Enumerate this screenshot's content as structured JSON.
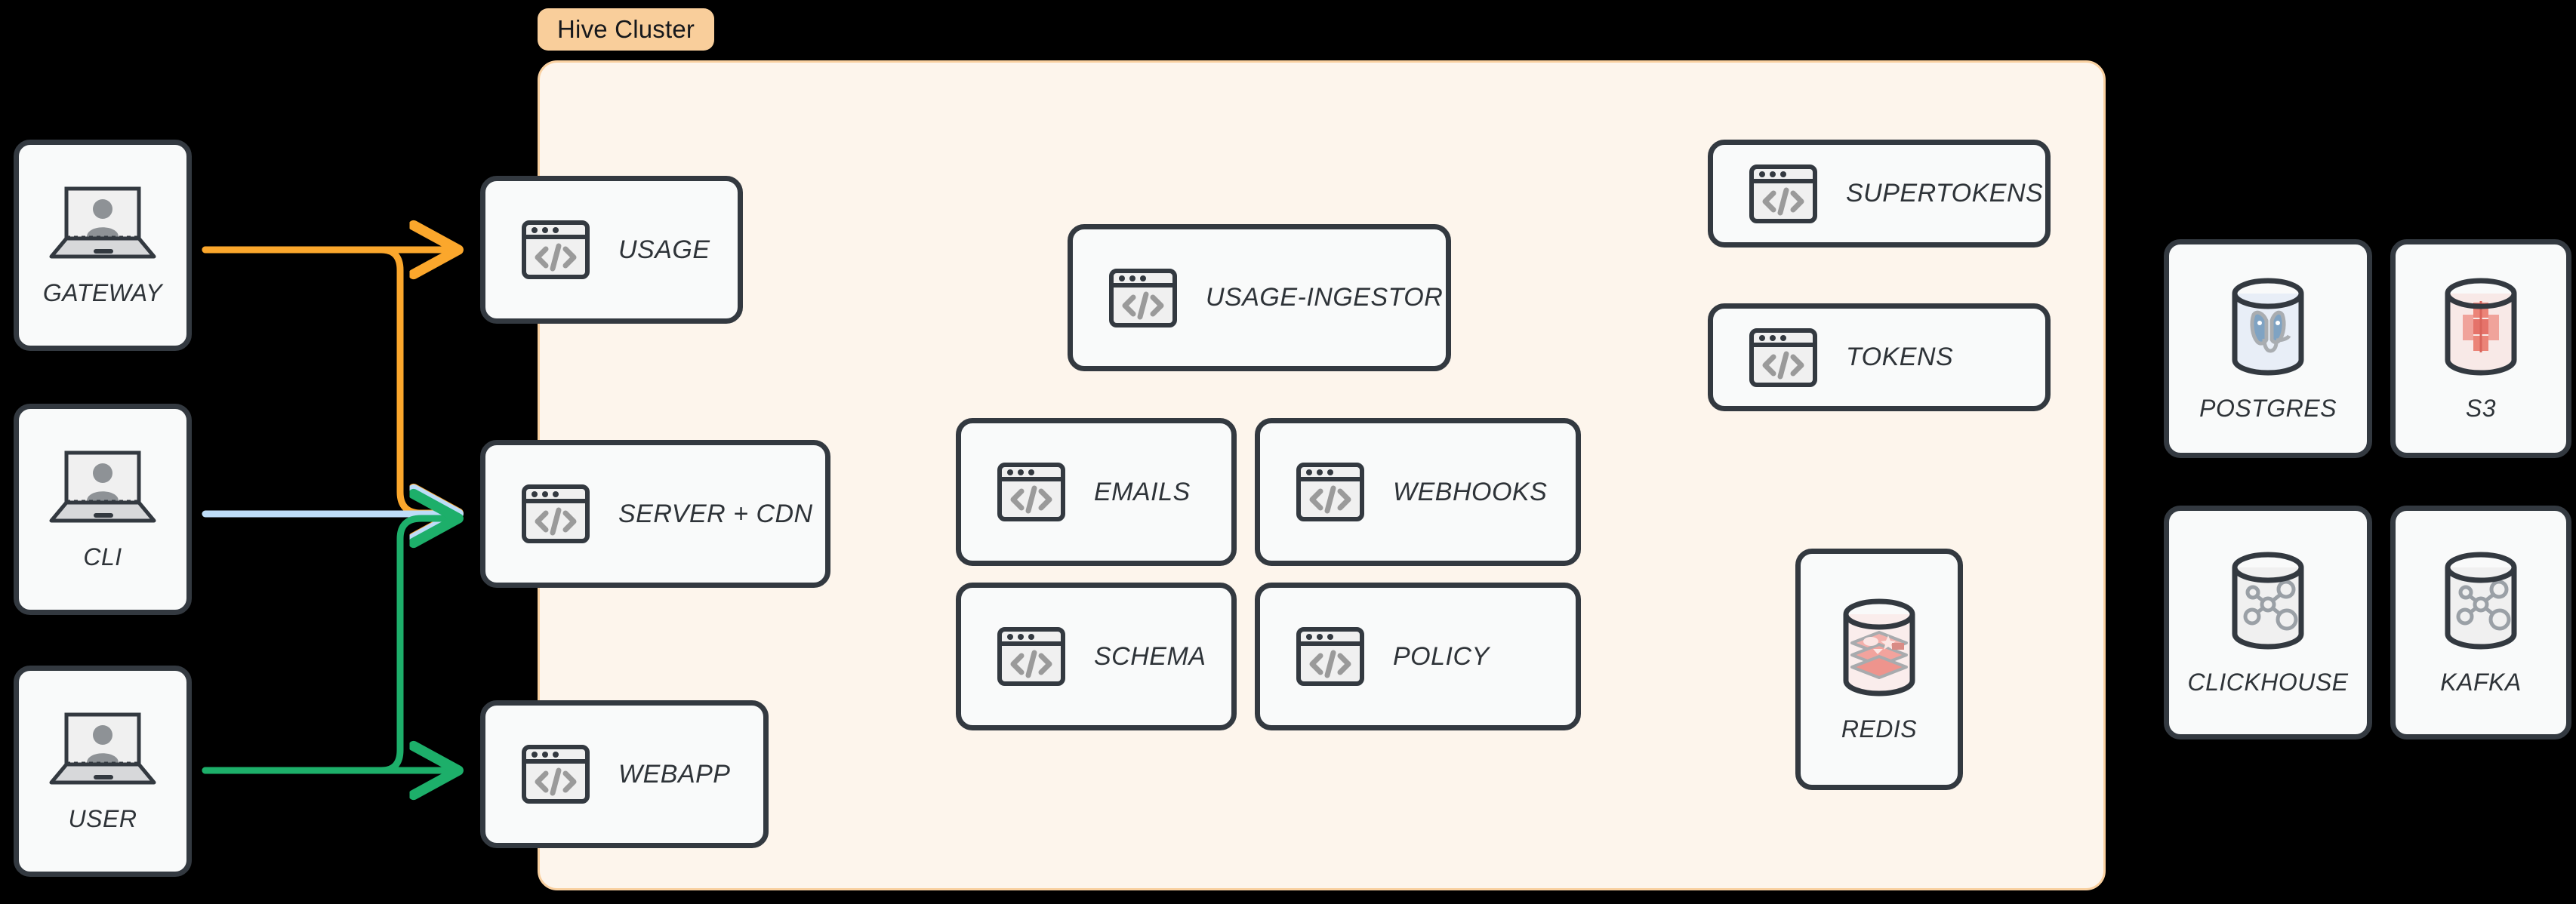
{
  "cluster": {
    "badge_label": "Hive Cluster",
    "panel_fill": "#FDF5EC",
    "panel_border": "#F9D0A0",
    "badge_fill": "#F9CE9B"
  },
  "canvas": {
    "background": "#000000",
    "card_fill": "#F9FAFA",
    "card_border": "#333940",
    "label_color": "#2E3338"
  },
  "clients": [
    {
      "id": "gateway",
      "label": "GATEWAY",
      "icon": "laptop-user-icon"
    },
    {
      "id": "cli",
      "label": "CLI",
      "icon": "laptop-user-icon"
    },
    {
      "id": "user",
      "label": "USER",
      "icon": "laptop-user-icon"
    }
  ],
  "edge_services": [
    {
      "id": "usage",
      "label": "USAGE",
      "icon": "code-window-icon"
    },
    {
      "id": "server-cdn",
      "label": "SERVER + CDN",
      "icon": "code-window-icon"
    },
    {
      "id": "webapp",
      "label": "WEBAPP",
      "icon": "code-window-icon"
    }
  ],
  "cluster_services": [
    {
      "id": "usage-ingestor",
      "label": "USAGE-INGESTOR",
      "icon": "code-window-icon"
    },
    {
      "id": "emails",
      "label": "EMAILS",
      "icon": "code-window-icon"
    },
    {
      "id": "webhooks",
      "label": "WEBHOOKS",
      "icon": "code-window-icon"
    },
    {
      "id": "schema",
      "label": "SCHEMA",
      "icon": "code-window-icon"
    },
    {
      "id": "policy",
      "label": "POLICY",
      "icon": "code-window-icon"
    },
    {
      "id": "supertokens",
      "label": "SUPERTOKENS",
      "icon": "code-window-icon"
    },
    {
      "id": "tokens",
      "label": "TOKENS",
      "icon": "code-window-icon"
    }
  ],
  "cluster_datastores": [
    {
      "id": "redis",
      "label": "REDIS",
      "icon": "redis-cylinder-icon",
      "accent": "#F0A3A0"
    }
  ],
  "external_datastores": [
    {
      "id": "postgres",
      "label": "POSTGRES",
      "icon": "postgres-cylinder-icon",
      "accent": "#7FA3C3"
    },
    {
      "id": "s3",
      "label": "S3",
      "icon": "s3-cylinder-icon",
      "accent": "#E98A7E"
    },
    {
      "id": "clickhouse",
      "label": "CLICKHOUSE",
      "icon": "clickhouse-cylinder-icon",
      "accent": "#9AA0A6"
    },
    {
      "id": "kafka",
      "label": "KAFKA",
      "icon": "kafka-cylinder-icon",
      "accent": "#9AA0A6"
    }
  ],
  "connections": [
    {
      "id": "gateway-usage",
      "from": "GATEWAY",
      "to": "USAGE",
      "color": "#FBA72C"
    },
    {
      "id": "gateway-server-cdn",
      "from": "GATEWAY",
      "to": "SERVER + CDN",
      "color": "#FBA72C"
    },
    {
      "id": "cli-server-cdn",
      "from": "CLI",
      "to": "SERVER + CDN",
      "color": "#BEDDF8"
    },
    {
      "id": "user-server-cdn",
      "from": "USER",
      "to": "SERVER + CDN",
      "color": "#1DAF6A"
    },
    {
      "id": "user-webapp",
      "from": "USER",
      "to": "WEBAPP",
      "color": "#1DAF6A"
    }
  ]
}
